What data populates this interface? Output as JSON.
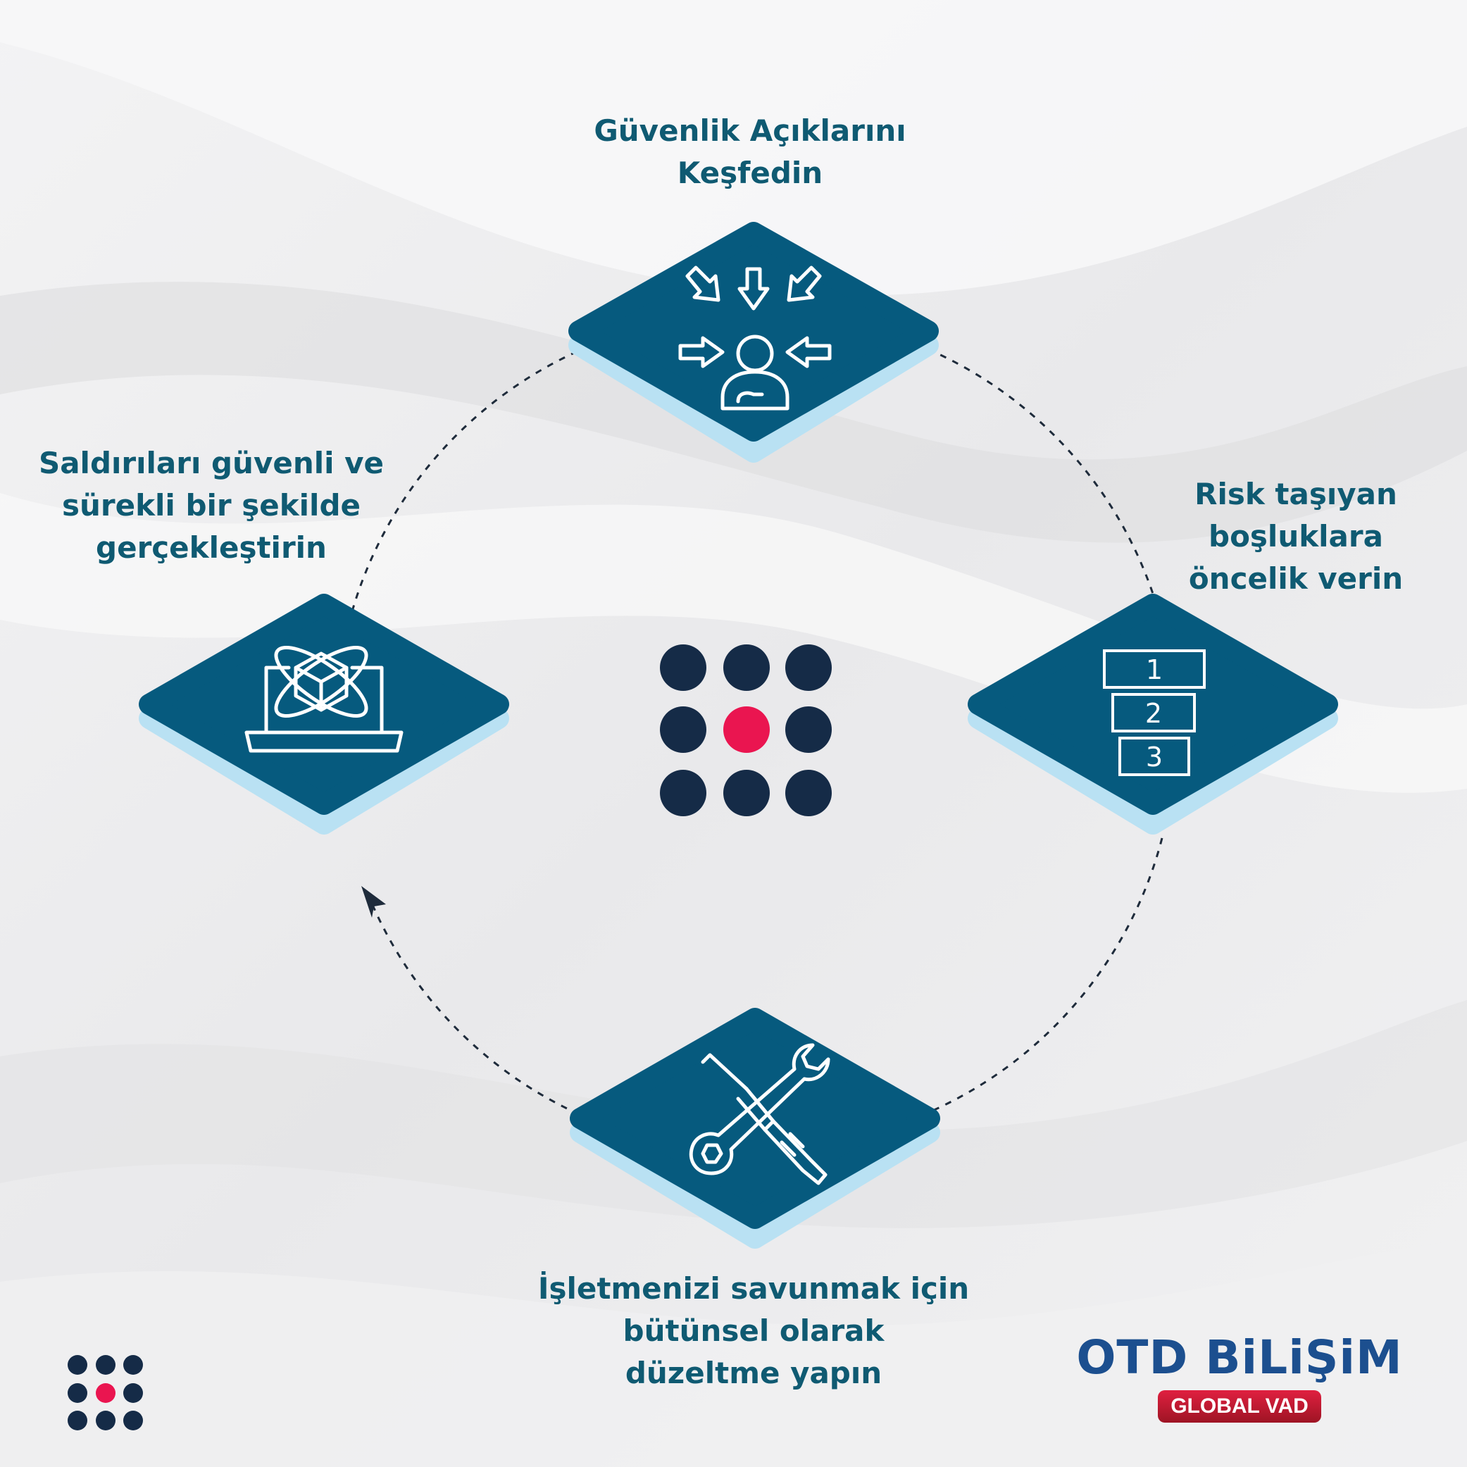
{
  "steps": [
    {
      "name": "discover",
      "lines": [
        "Güvenlik Açıklarını",
        "Keşfedin"
      ],
      "icon": "person-targeted-arrows-icon"
    },
    {
      "name": "prioritize",
      "lines": [
        "Risk taşıyan",
        "boşluklara",
        "öncelik verin"
      ],
      "icon": "priority-list-icon",
      "list_numbers": [
        "1",
        "2",
        "3"
      ]
    },
    {
      "name": "remediate",
      "lines": [
        "İşletmenizi savunmak için",
        "bütünsel olarak",
        "düzeltme yapın"
      ],
      "icon": "screwdriver-wrench-icon"
    },
    {
      "name": "simulate",
      "lines": [
        "Saldırıları güvenli ve",
        "sürekli bir şekilde",
        "gerçekleştirin"
      ],
      "icon": "laptop-cube-orbit-icon"
    }
  ],
  "center_icon": "dot-grid-logo-icon",
  "corner_icon": "dot-grid-logo-icon",
  "brand": {
    "name": "OTD BiLiŞiM",
    "tagline": "GLOBAL VAD"
  },
  "colors": {
    "diamond": "#065a7e",
    "diamond_shadow": "#b9e1f3",
    "label": "#0f5a72",
    "dot_dark": "#152b47",
    "dot_accent": "#ea1550",
    "dashed_circle": "#1e2b3b",
    "brand_blue": "#1c4f8f",
    "brand_red": "#c4162c"
  }
}
